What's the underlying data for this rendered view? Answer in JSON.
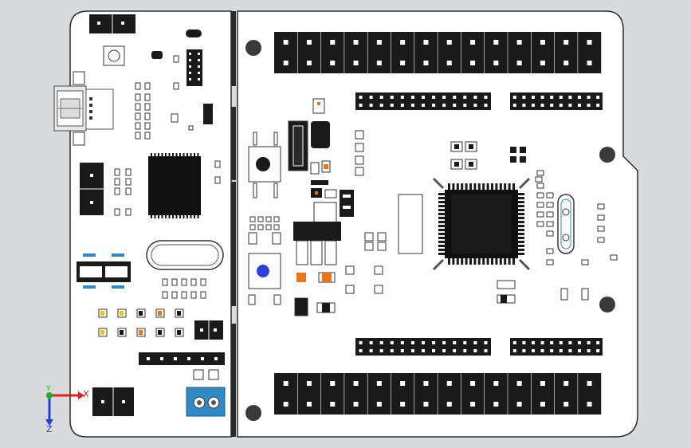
{
  "scene": {
    "title": "",
    "background": "#d9dade",
    "board_color": "#ffffff",
    "outline_color": "#2a2a2a",
    "component_color": "#1a1a1a",
    "accent_orange": "#e8751a",
    "accent_blue": "#2f89c7",
    "button_blue": "#2f3fe0"
  },
  "triad": {
    "x_label": "X",
    "y_label": "Y",
    "z_label": "Z",
    "x_color": "#e02020",
    "y_color": "#20b020",
    "z_color": "#2040d0"
  },
  "components": {
    "header_top_rows": 2,
    "header_top_cols": 14,
    "header_bottom_rows": 2,
    "header_bottom_cols": 14,
    "usb_connector": "usb-mini-b",
    "crystal": "hc49",
    "mcu_package": "lqfp",
    "usb_bridge_package": "ssop",
    "terminal_block": "2-pin-screw"
  }
}
